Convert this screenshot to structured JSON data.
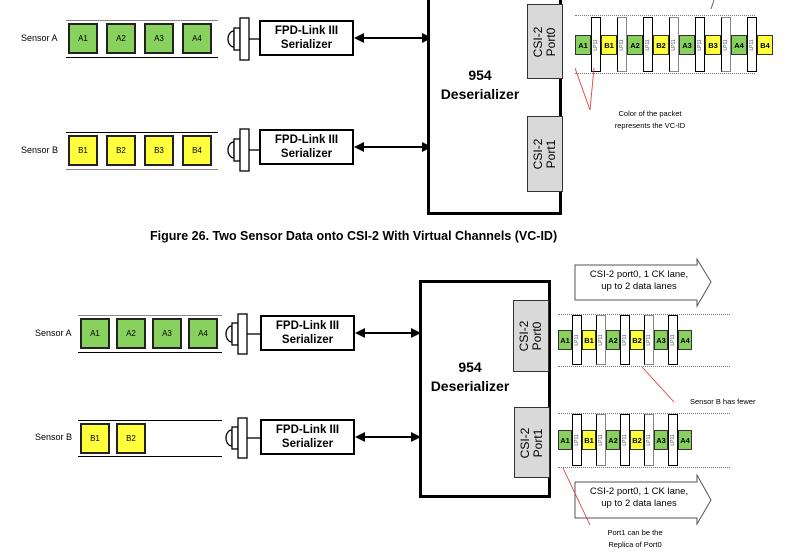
{
  "figure_top": {
    "caption": "Figure 26.  Two Sensor Data onto CSI-2 With Virtual Channels (VC-ID)",
    "sensors": [
      {
        "label": "Sensor A",
        "color": "#88d15e",
        "packets": [
          "A1",
          "A2",
          "A3",
          "A4"
        ]
      },
      {
        "label": "Sensor B",
        "color": "#ffff3c",
        "packets": [
          "B1",
          "B2",
          "B3",
          "B4"
        ]
      }
    ],
    "serializer_label_line1": "FPD-Link III",
    "serializer_label_line2": "Serializer",
    "deserializer_line1": "954",
    "deserializer_line2": "Deserializer",
    "port0_line1": "CSI-2",
    "port0_line2": "Port0",
    "port1_line1": "CSI-2",
    "port1_line2": "Port1",
    "lane_packets": [
      "A1",
      "B1",
      "A2",
      "B2",
      "A3",
      "B3",
      "A4",
      "B4"
    ],
    "separator_label": "LP11",
    "note_line1": "Color of the packet",
    "note_line2": "represents the VC-ID"
  },
  "figure_bottom": {
    "sensors": [
      {
        "label": "Sensor A",
        "color": "#88d15e",
        "packets": [
          "A1",
          "A2",
          "A3",
          "A4"
        ]
      },
      {
        "label": "Sensor B",
        "color": "#ffff3c",
        "packets": [
          "B1",
          "B2"
        ]
      }
    ],
    "serializer_label_line1": "FPD-Link III",
    "serializer_label_line2": "Serializer",
    "deserializer_line1": "954",
    "deserializer_line2": "Deserializer",
    "port0_line1": "CSI-2",
    "port0_line2": "Port0",
    "port1_line1": "CSI-2",
    "port1_line2": "Port1",
    "arrow_top_line1": "CSI-2 port0, 1 CK lane,",
    "arrow_top_line2": "up to 2 data lanes",
    "arrow_bottom_line1": "CSI-2 port0, 1 CK lane,",
    "arrow_bottom_line2": "up to 2 data lanes",
    "lane0_packets": [
      "A1",
      "B1",
      "A2",
      "B2",
      "A3",
      "A4"
    ],
    "lane1_packets": [
      "A1",
      "B1",
      "A2",
      "B2",
      "A3",
      "A4"
    ],
    "separator_label": "LP11",
    "note_fewer": "Sensor B has fewer",
    "note_replica_line1": "Port1 can be the",
    "note_replica_line2": "Replica of Port0"
  },
  "colors": {
    "sensor_a": "#88d15e",
    "sensor_b": "#ffff3c",
    "port_fill": "#d9d9d9",
    "callout_line": "#e03030"
  }
}
